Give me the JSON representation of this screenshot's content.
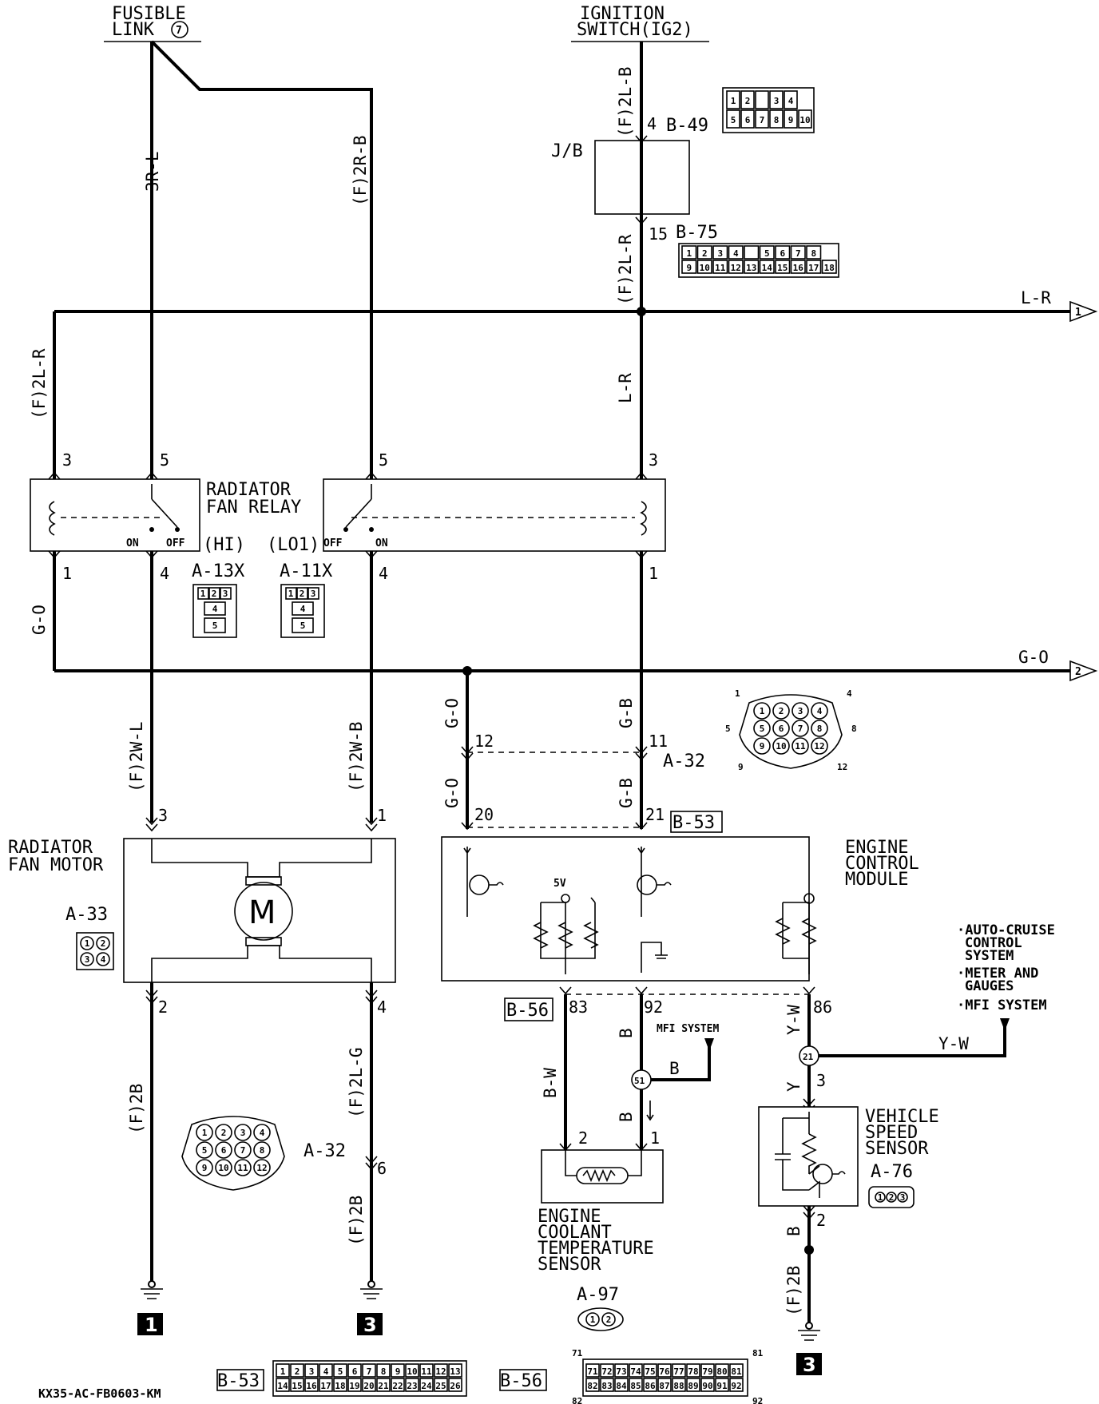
{
  "labels": {
    "fusible_link": [
      "FUSIBLE",
      "LINK"
    ],
    "fusible_link_num": "7",
    "ignition_switch": [
      "IGNITION",
      "SWITCH(IG2)"
    ],
    "jb": "J/B",
    "relay_title": [
      "RADIATOR",
      "FAN RELAY"
    ],
    "relay_hi": "(HI)",
    "relay_lo": "(LO1)",
    "on": "ON",
    "off": "OFF",
    "fan_motor": [
      "RADIATOR",
      "FAN MOTOR"
    ],
    "motor_symbol": "M",
    "ecm": [
      "ENGINE",
      "CONTROL",
      "MODULE"
    ],
    "five_v": "5V",
    "coolant_sensor": [
      "ENGINE",
      "COOLANT",
      "TEMPERATURE",
      "SENSOR"
    ],
    "vss": [
      "VEHICLE",
      "SPEED",
      "SENSOR"
    ],
    "mfi_system": "MFI SYSTEM",
    "destinations": [
      "·AUTO-CRUISE",
      "CONTROL",
      "SYSTEM",
      "·METER AND",
      "GAUGES",
      "·MFI SYSTEM"
    ],
    "footer": "KX35-AC-FB0603-KM"
  },
  "wires": {
    "w3rl": "3R-L",
    "f2rb": "(F)2R-B",
    "f2lb": "(F)2L-B",
    "f2lr_top": "(F)2L-R",
    "f2lr_left": "(F)2L-R",
    "lr_right": "L-R",
    "lr_vertical": "L-R",
    "go_left": "G-O",
    "go_right": "G-O",
    "go_ecm_upper": "G-O",
    "go_ecm_lower": "G-O",
    "gb_upper": "G-B",
    "gb_lower": "G-B",
    "f2wl": "(F)2W-L",
    "f2wb": "(F)2W-B",
    "f2b_left": "(F)2B",
    "f2lg": "(F)2L-G",
    "f2b_mid": "(F)2B",
    "bw": "B-W",
    "b_upper": "B",
    "b_lower": "B",
    "b_horizontal": "B",
    "yw_vertical": "Y-W",
    "yw_horizontal": "Y-W",
    "y": "Y",
    "b_vss": "B",
    "f2b_vss": "(F)2B"
  },
  "connectors": {
    "b49": "B-49",
    "b75": "B-75",
    "a13x": "A-13X",
    "a11x": "A-11X",
    "a32_upper": "A-32",
    "a32_lower": "A-32",
    "b53": "B-53",
    "b56": "B-56",
    "a33": "A-33",
    "a76": "A-76",
    "a97": "A-97",
    "b53_bottom": "B-53",
    "b56_bottom": "B-56"
  },
  "pins": {
    "b49_4": "4",
    "b75_15": "15",
    "relay_hi_3": "3",
    "relay_hi_5": "5",
    "relay_lo_5": "5",
    "relay_lo_3": "3",
    "relay_hi_1": "1",
    "relay_hi_4": "4",
    "relay_lo_4": "4",
    "relay_lo_1": "1",
    "a32_12": "12",
    "a32_11": "11",
    "b53_20": "20",
    "b53_21": "21",
    "motor_3": "3",
    "motor_1": "1",
    "motor_2": "2",
    "motor_4": "4",
    "a32_6": "6",
    "ecm_83": "83",
    "ecm_92": "92",
    "ecm_86": "86",
    "splice_51": "51",
    "splice_21": "21",
    "ect_2": "2",
    "ect_1": "1",
    "vss_3": "3",
    "vss_2": "2"
  },
  "grounds": {
    "g1": "1",
    "g3_mid": "3",
    "g3_right": "3"
  },
  "arrows": {
    "arrow1": "1",
    "arrow2": "2"
  },
  "connector_faces": {
    "b49": [
      [
        "1",
        "2",
        "",
        "3",
        "4"
      ],
      [
        "5",
        "6",
        "7",
        "8",
        "9",
        "10"
      ]
    ],
    "b75": [
      [
        "1",
        "2",
        "3",
        "4",
        "",
        "5",
        "6",
        "7",
        "8"
      ],
      [
        "9",
        "10",
        "11",
        "12",
        "13",
        "14",
        "15",
        "16",
        "17",
        "18"
      ]
    ],
    "relay_top": [
      "1",
      "2",
      "3"
    ],
    "relay_mid": "4",
    "relay_bot": "5",
    "a32_face_upper": [
      [
        "1",
        "2",
        "3",
        "4"
      ],
      [
        "5",
        "6",
        "7",
        "8"
      ],
      [
        "9",
        "10",
        "11",
        "12"
      ]
    ],
    "a32_outer": [
      "1",
      "4",
      "5",
      "8",
      "9",
      "12"
    ],
    "a32_face_lower": [
      [
        "1",
        "2",
        "3",
        "4"
      ],
      [
        "5",
        "6",
        "7",
        "8"
      ],
      [
        "9",
        "10",
        "11",
        "12"
      ]
    ],
    "a33": [
      [
        "1",
        "2"
      ],
      [
        "3",
        "4"
      ]
    ],
    "a76": [
      "1",
      "2",
      "3"
    ],
    "a97": [
      "1",
      "2"
    ],
    "b53_bottom": [
      [
        "1",
        "2",
        "3",
        "4",
        "5",
        "6",
        "7",
        "8",
        "9",
        "10",
        "11",
        "12",
        "13"
      ],
      [
        "14",
        "15",
        "16",
        "17",
        "18",
        "19",
        "20",
        "21",
        "22",
        "23",
        "24",
        "25",
        "26"
      ]
    ],
    "b56_bottom": [
      [
        "71",
        "72",
        "73",
        "74",
        "75",
        "76",
        "77",
        "78",
        "79",
        "80",
        "81"
      ],
      [
        "82",
        "83",
        "84",
        "85",
        "86",
        "87",
        "88",
        "89",
        "90",
        "91",
        "92"
      ]
    ],
    "b56_corners": [
      "71",
      "81",
      "82",
      "92"
    ]
  }
}
